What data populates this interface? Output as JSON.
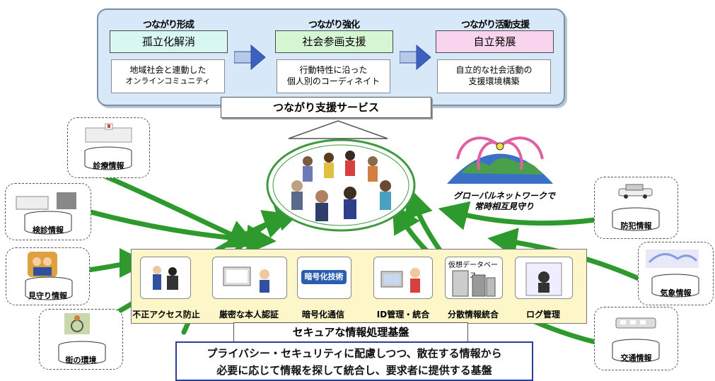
{
  "stages": [
    {
      "title": "つながり形成",
      "name": "孤立化解消",
      "desc1": "地域社会と連動した",
      "desc2": "オンラインコミュニティ",
      "color": "#d9f7f2"
    },
    {
      "title": "つながり強化",
      "name": "社会参画支援",
      "desc1": "行動特性に沿った",
      "desc2": "個人別のコーディネイト",
      "color": "#d6f5d2"
    },
    {
      "title": "つながり活動支援",
      "name": "自立発展",
      "desc1": "自立的な社会活動の",
      "desc2": "支援環境構築",
      "color": "#f9d4ef"
    }
  ],
  "service_label": "つながり支援サービス",
  "global_network": {
    "line1": "グローバルネットワークで",
    "line2": "常時相互見守り"
  },
  "left_sources": [
    "診療情報",
    "検診情報",
    "見守り情報",
    "街の環境"
  ],
  "right_sources": [
    "防犯情報",
    "気象情報",
    "交通情報"
  ],
  "tech": [
    {
      "label": "不正アクセス防止"
    },
    {
      "label": "厳密な本人認証"
    },
    {
      "label": "暗号化通信",
      "icon_text": "暗号化技術"
    },
    {
      "label": "ID管理・統合"
    },
    {
      "label": "分散情報統合",
      "icon_text": "仮想データベース"
    },
    {
      "label": "ログ管理"
    }
  ],
  "secure_label": "セキュアな情報処理基盤",
  "bottom_text": {
    "line1": "プライバシー・セキュリティに配慮しつつ、散在する情報から",
    "line2": "必要に応じて情報を探して統合し、要求者に提供する基盤"
  },
  "colors": {
    "arrow_green": "#2e9a2e",
    "panel_blue": "#d7e9f9",
    "platform_yellow": "#fcf6c8",
    "bottom_border": "#2a3f9c"
  }
}
